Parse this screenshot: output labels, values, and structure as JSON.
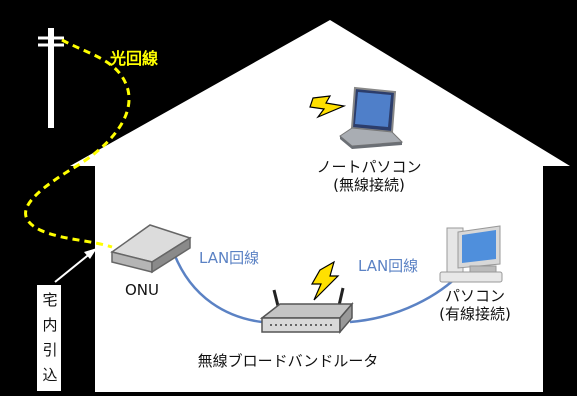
{
  "labels": {
    "fiber": "光回線",
    "laptop_line1": "ノートパソコン",
    "laptop_line2": "(無線接続)",
    "onu": "ONU",
    "lan_left": "LAN回線",
    "lan_right": "LAN回線",
    "pc_line1": "パソコン",
    "pc_line2": "(有線接続)",
    "router": "無線ブロードバンドルータ",
    "drop_in": [
      "宅",
      "内",
      "引",
      "込"
    ]
  },
  "colors": {
    "background": "#000000",
    "house": "#ffffff",
    "fiber_line": "#ffff00",
    "lan_line": "#5b82c4",
    "wireless_bolt": "#ffe000"
  },
  "icons": [
    "utility-pole-icon",
    "laptop-icon",
    "desktop-pc-icon",
    "onu-device-icon",
    "router-icon",
    "wireless-bolt-icon"
  ]
}
